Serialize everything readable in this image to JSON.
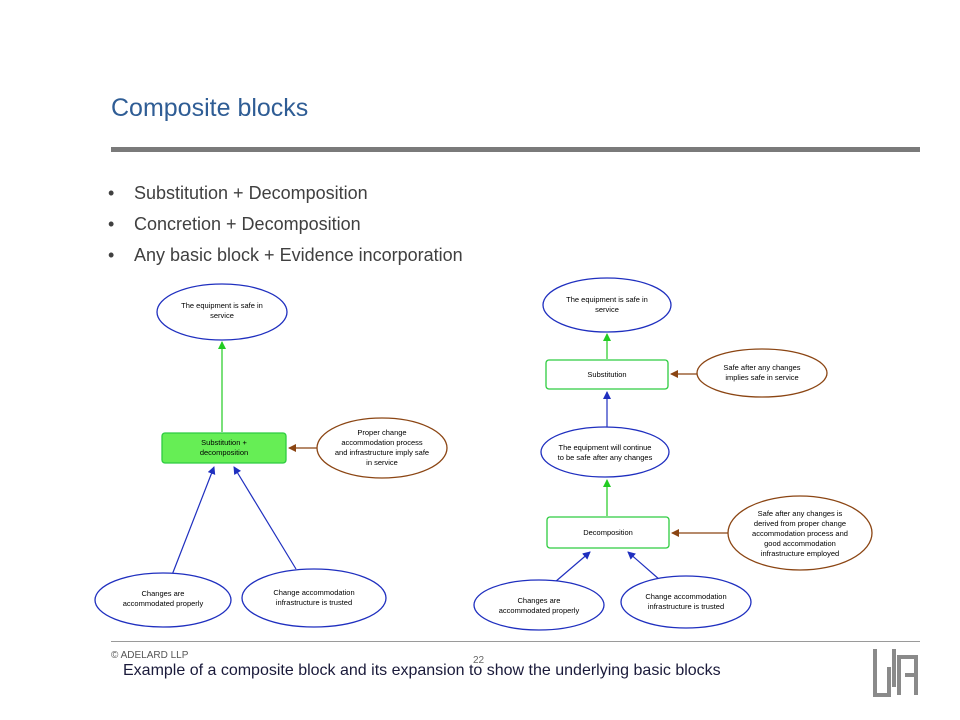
{
  "slide": {
    "title": "Composite blocks",
    "bullets": [
      "Substitution + Decomposition",
      "Concretion + Decomposition",
      "Any basic block + Evidence incorporation"
    ],
    "copyright": "© ADELARD LLP",
    "page_number": "22",
    "caption": "Example of a composite block and its expansion to show the underlying basic blocks",
    "bullet_glyph": "•"
  },
  "left_diagram": {
    "top_claim": [
      "The equipment is safe in",
      "service"
    ],
    "strategy": [
      "Substitution +",
      "decomposition"
    ],
    "justification": [
      "Proper change",
      "accommodation process",
      "and infrastructure imply safe",
      "in service"
    ],
    "evidence_left": [
      "Changes are",
      "accommodated properly"
    ],
    "evidence_right": [
      "Change accommodation",
      "infrastructure is trusted"
    ]
  },
  "right_diagram": {
    "top_claim": [
      "The equipment is safe in",
      "service"
    ],
    "substitution": "Substitution",
    "substitution_justification": [
      "Safe after any changes",
      "implies safe in service"
    ],
    "middle_claim": [
      "The equipment will continue",
      "to be safe after any changes"
    ],
    "decomposition": "Decomposition",
    "decomposition_justification": [
      "Safe after any changes is",
      "derived from proper change",
      "accommodation process and",
      "good accommodation",
      "infrastructure employed"
    ],
    "evidence_left": [
      "Changes are",
      "accommodated properly"
    ],
    "evidence_right": [
      "Change accommodation",
      "infrastructure is trusted"
    ]
  },
  "colors": {
    "title": "#2f5d95",
    "claim_border": "#1f2fbf",
    "strategy_border": "#2ecc40",
    "strategy_fill_left": "#66ee55",
    "justification_border": "#8b4513",
    "arrow_up": "#1f2fbf",
    "arrow_green": "#22cc22",
    "arrow_brown": "#8b4513"
  }
}
